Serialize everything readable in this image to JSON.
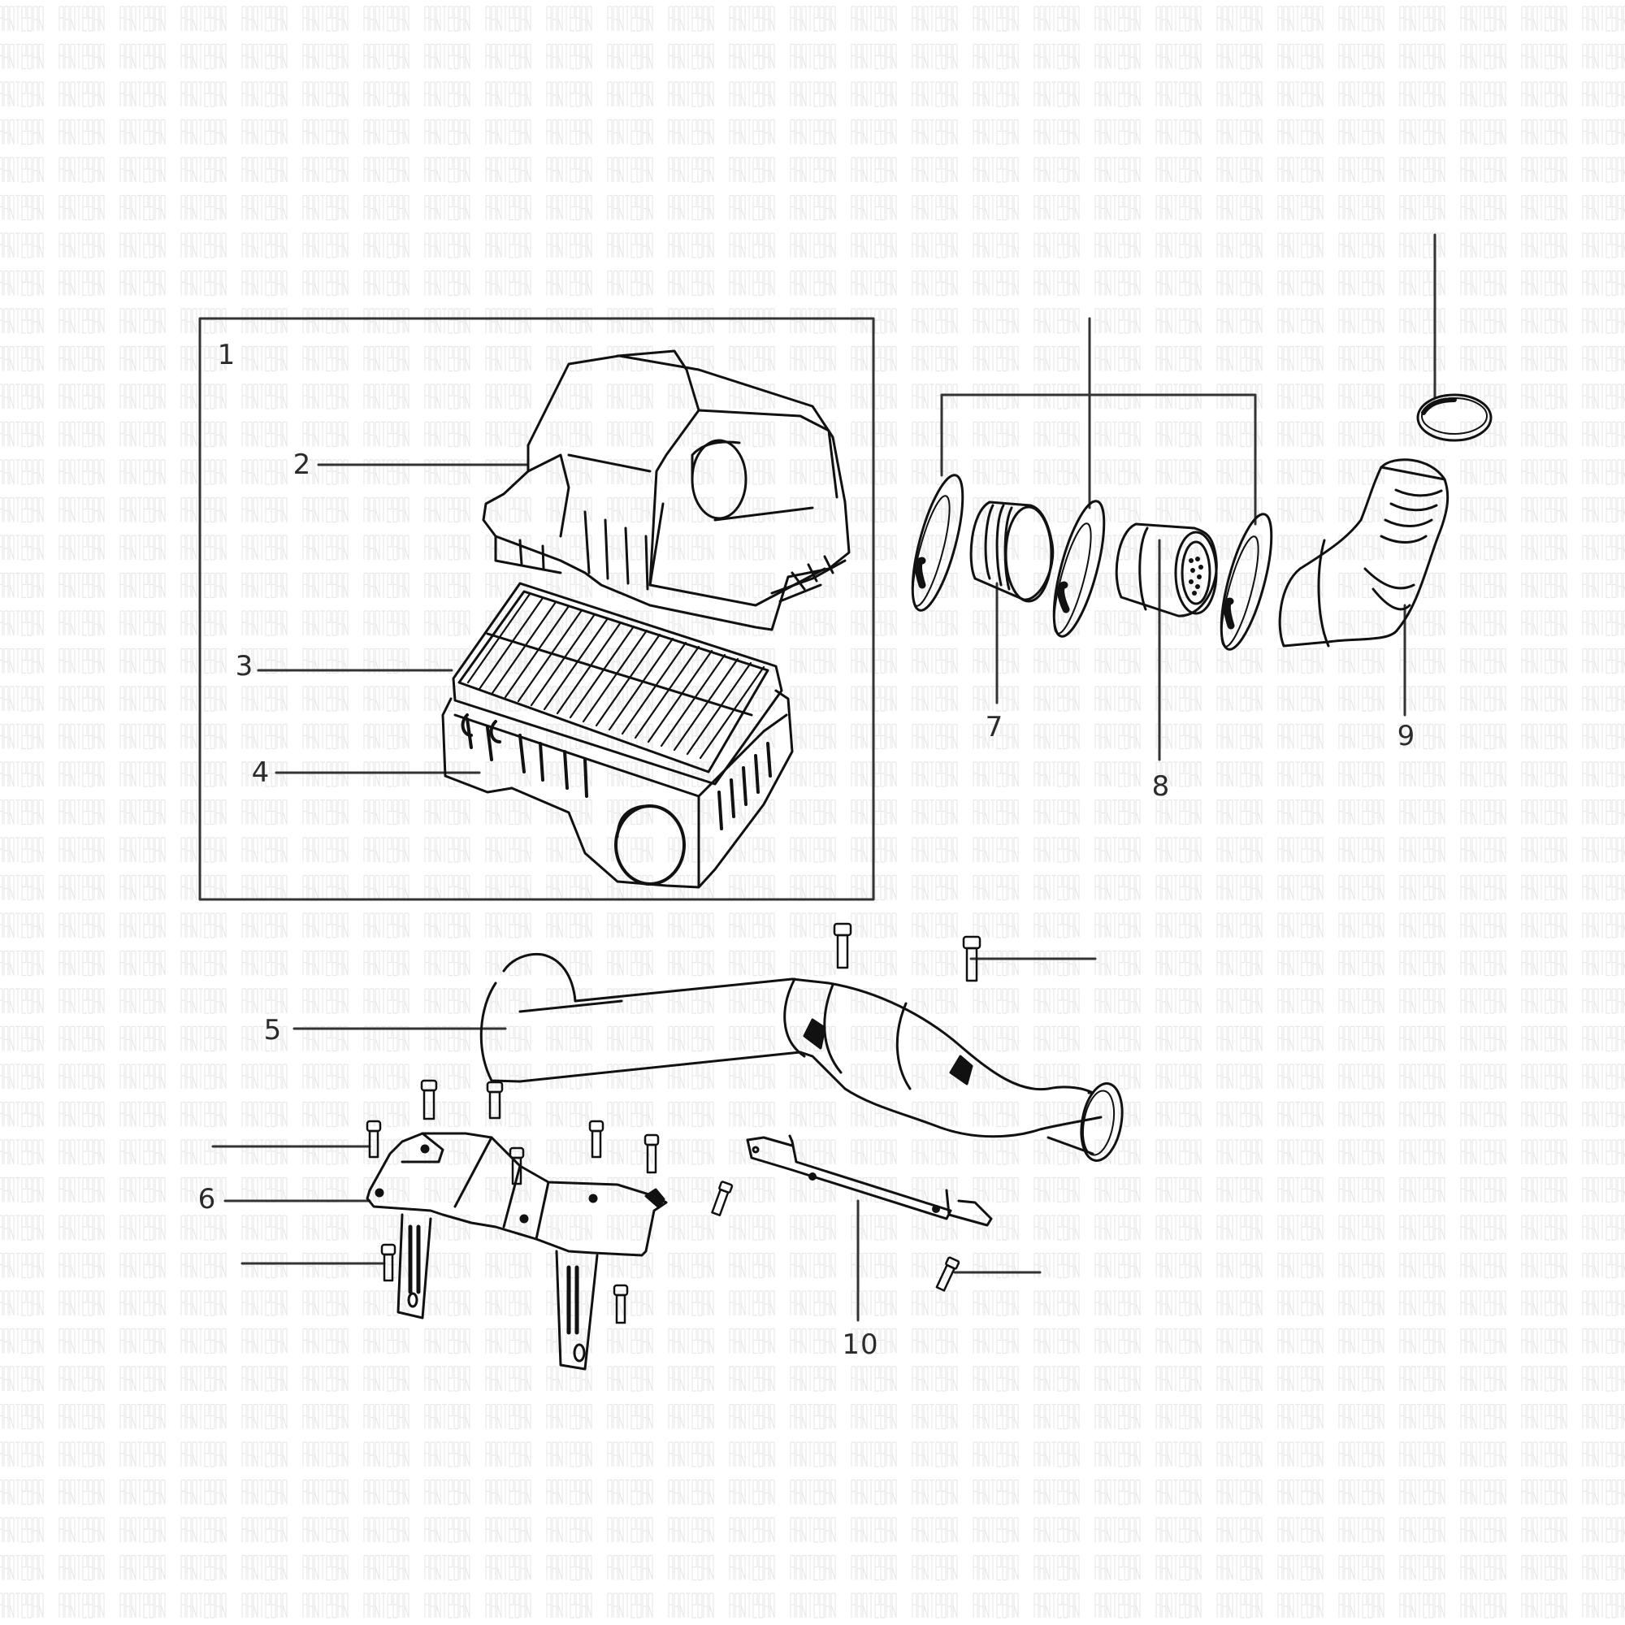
{
  "diagram": {
    "title": "Air intake system exploded parts diagram",
    "watermark_text": "PARTSBAR",
    "colors": {
      "background": "#ffffff",
      "line": "#111111",
      "label": "#2b2b2b",
      "watermark": "#e6e6e6"
    },
    "assembly_frame": {
      "label": "1"
    },
    "callouts": [
      {
        "id": "1",
        "label": "1",
        "part": "air-filter-assembly"
      },
      {
        "id": "2",
        "label": "2",
        "part": "air-filter-housing-cover"
      },
      {
        "id": "3",
        "label": "3",
        "part": "air-filter-element"
      },
      {
        "id": "4",
        "label": "4",
        "part": "air-filter-housing-lower"
      },
      {
        "id": "5",
        "label": "5",
        "part": "intake-air-pipe"
      },
      {
        "id": "6",
        "label": "6",
        "part": "air-filter-mounting-bracket"
      },
      {
        "id": "7",
        "label": "7",
        "part": "intake-connector-hose"
      },
      {
        "id": "8",
        "label": "8",
        "part": "air-mass-meter"
      },
      {
        "id": "9",
        "label": "9",
        "part": "intake-hose-bellows"
      },
      {
        "id": "10",
        "label": "10",
        "part": "support-bracket"
      }
    ]
  }
}
